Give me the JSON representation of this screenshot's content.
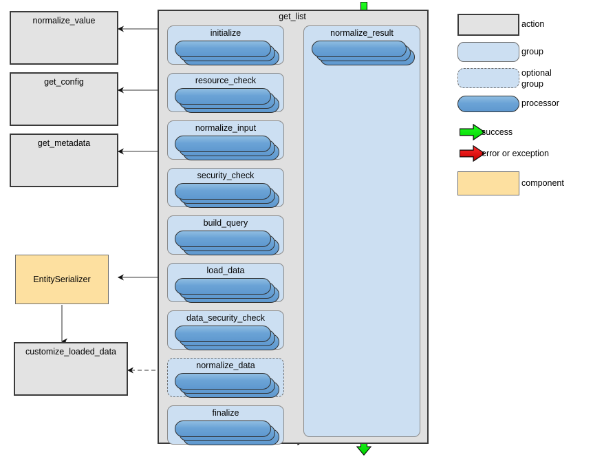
{
  "diagram": {
    "title": "get_list",
    "container_label": "get_list"
  },
  "actions": [
    {
      "name": "normalize_value",
      "label": "normalize_value"
    },
    {
      "name": "get_config",
      "label": "get_config"
    },
    {
      "name": "get_metadata",
      "label": "get_metadata"
    },
    {
      "name": "customize_loaded_data",
      "label": "customize_loaded_data"
    }
  ],
  "components": [
    {
      "name": "EntitySerializer",
      "label": "EntitySerializer"
    }
  ],
  "pipeline": {
    "groups": [
      {
        "label": "initialize",
        "optional": false,
        "error_arrow": true,
        "success_arrow": false
      },
      {
        "label": "resource_check",
        "optional": false,
        "error_arrow": true,
        "success_arrow": false
      },
      {
        "label": "normalize_input",
        "optional": false,
        "error_arrow": true,
        "success_arrow": false
      },
      {
        "label": "security_check",
        "optional": false,
        "error_arrow": true,
        "success_arrow": false
      },
      {
        "label": "build_query",
        "optional": false,
        "error_arrow": true,
        "success_arrow": false
      },
      {
        "label": "load_data",
        "optional": false,
        "error_arrow": true,
        "success_arrow": false
      },
      {
        "label": "data_security_check",
        "optional": false,
        "error_arrow": true,
        "success_arrow": false
      },
      {
        "label": "normalize_data",
        "optional": true,
        "error_arrow": true,
        "success_arrow": false
      },
      {
        "label": "finalize",
        "optional": false,
        "error_arrow": true,
        "success_arrow": true
      }
    ],
    "result_group": {
      "label": "normalize_result"
    }
  },
  "legend": {
    "items": [
      {
        "key": "action",
        "label": "action"
      },
      {
        "key": "group",
        "label": "group"
      },
      {
        "key": "optional-group",
        "label": "optional\ngroup"
      },
      {
        "key": "optional-group-line1",
        "label": "optional"
      },
      {
        "key": "optional-group-line2",
        "label": "group"
      },
      {
        "key": "processor",
        "label": "processor"
      },
      {
        "key": "success",
        "label": "success"
      },
      {
        "key": "error",
        "label": "error or exception"
      },
      {
        "key": "component",
        "label": "component"
      }
    ]
  },
  "colors": {
    "action_fill": "#e3e3e3",
    "action_border": "#3a3a3a",
    "group_fill": "#ccdff2",
    "group_border": "#8a8a8a",
    "processor_fill": "#6ba3d6",
    "component_fill": "#fde0a0",
    "container_fill": "#e0e0e0",
    "success_arrow": "#00e500",
    "error_arrow": "#e00000",
    "connector_line": "#7a7a7a"
  }
}
